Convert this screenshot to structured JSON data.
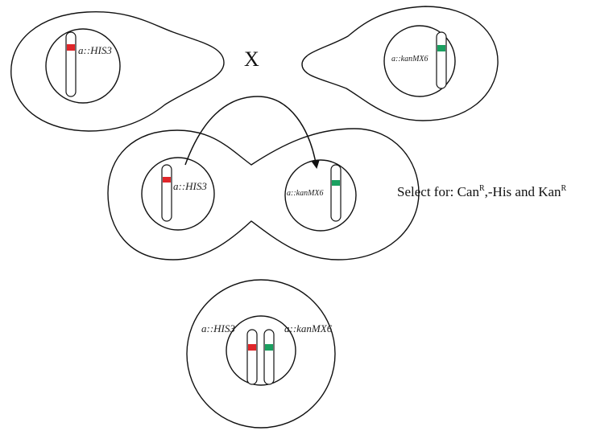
{
  "cross_symbol": "X",
  "markers": {
    "his3_label": "a::HIS3",
    "kan_label": "a::kanMX6"
  },
  "selection": {
    "prefix": "Select for: Can",
    "sup1": "R",
    "middle": ",-His and Kan",
    "sup2": "R"
  },
  "colors": {
    "his3_marker": "#e0262a",
    "kan_marker": "#1aa060",
    "outline": "#111111"
  }
}
